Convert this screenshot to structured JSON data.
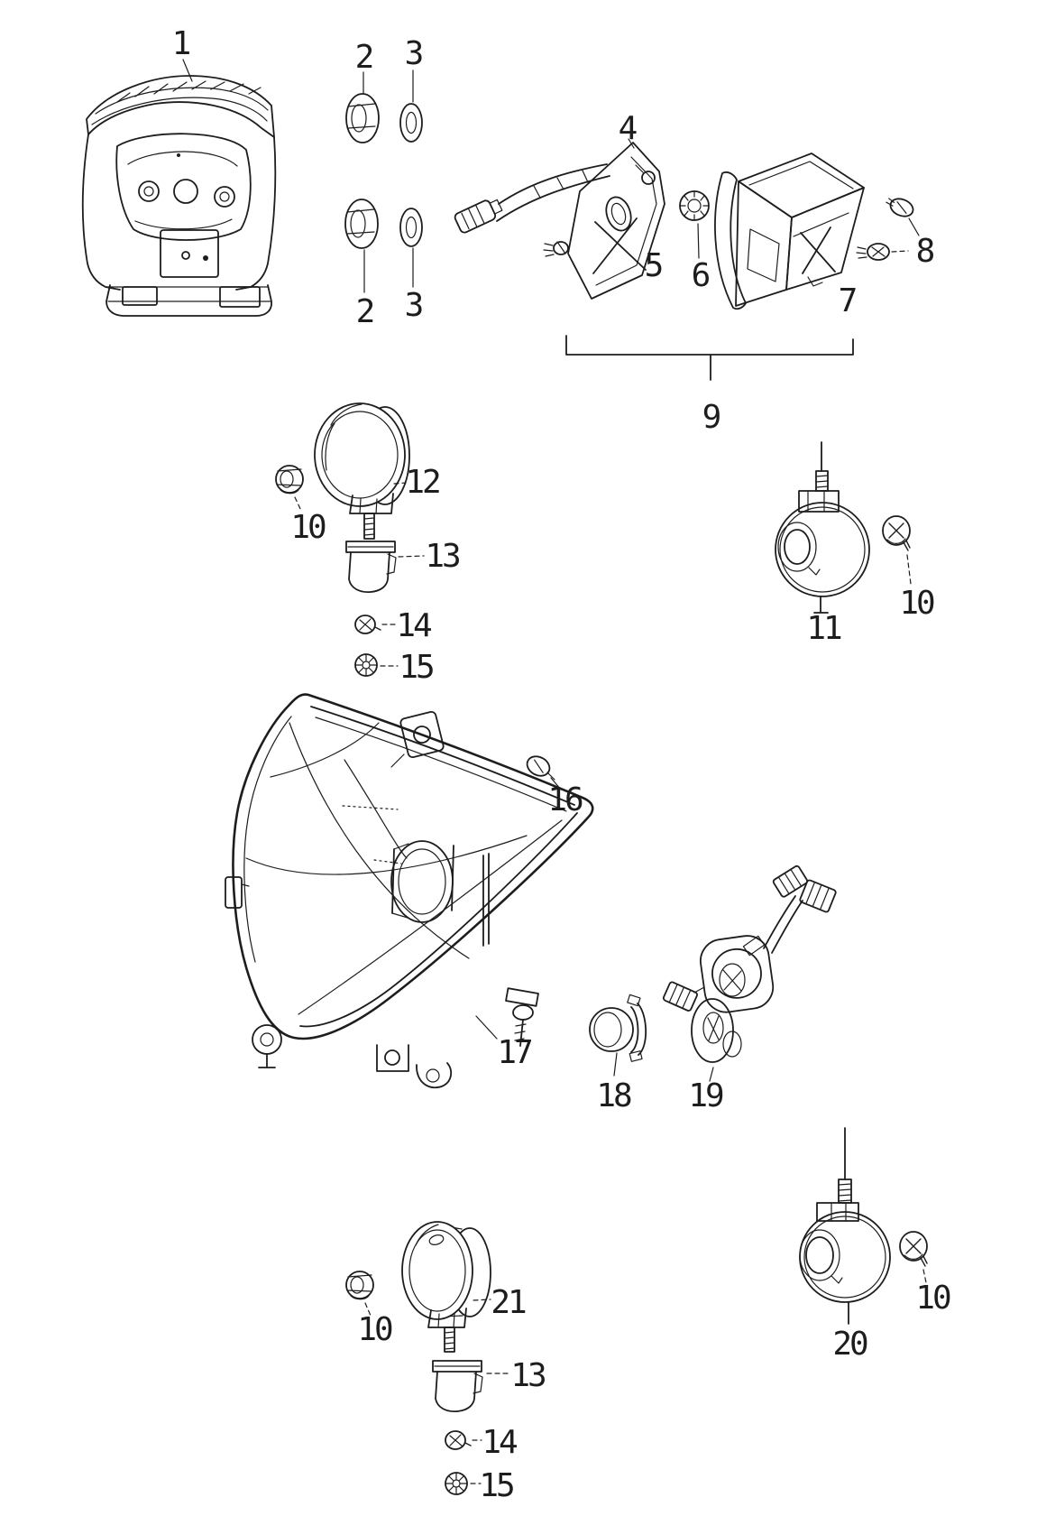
{
  "diagram": {
    "background_color": "#ffffff",
    "line_color": "#1d1d1d",
    "callouts": [
      {
        "id": "1",
        "text": "1"
      },
      {
        "id": "2-top",
        "text": "2"
      },
      {
        "id": "3-top",
        "text": "3"
      },
      {
        "id": "2-bottom",
        "text": "2"
      },
      {
        "id": "3-bottom",
        "text": "3"
      },
      {
        "id": "4",
        "text": "4"
      },
      {
        "id": "5",
        "text": "5"
      },
      {
        "id": "6",
        "text": "6"
      },
      {
        "id": "7",
        "text": "7"
      },
      {
        "id": "8",
        "text": "8"
      },
      {
        "id": "9",
        "text": "9"
      },
      {
        "id": "10-left",
        "text": "10"
      },
      {
        "id": "12",
        "text": "12"
      },
      {
        "id": "13-top",
        "text": "13"
      },
      {
        "id": "14-top",
        "text": "14"
      },
      {
        "id": "15-top",
        "text": "15"
      },
      {
        "id": "11",
        "text": "11"
      },
      {
        "id": "10-right",
        "text": "10"
      },
      {
        "id": "16",
        "text": "16"
      },
      {
        "id": "17",
        "text": "17"
      },
      {
        "id": "18",
        "text": "18"
      },
      {
        "id": "19",
        "text": "19"
      },
      {
        "id": "10-bottom-left",
        "text": "10"
      },
      {
        "id": "21",
        "text": "21"
      },
      {
        "id": "20",
        "text": "20"
      },
      {
        "id": "10-bottom-right",
        "text": "10"
      },
      {
        "id": "13-bottom",
        "text": "13"
      },
      {
        "id": "14-bottom",
        "text": "14"
      },
      {
        "id": "15-bottom",
        "text": "15"
      }
    ]
  }
}
